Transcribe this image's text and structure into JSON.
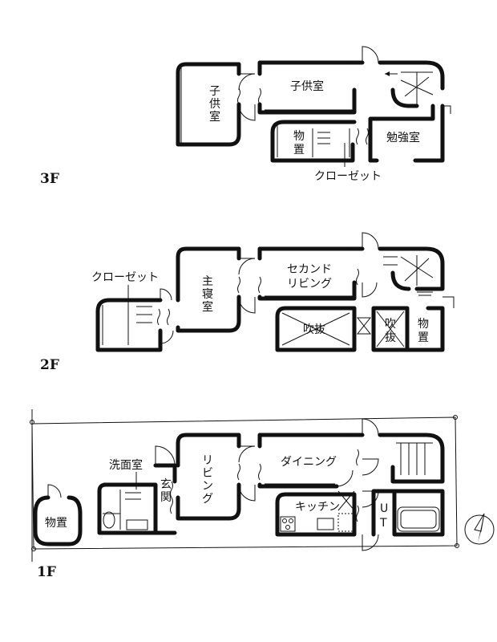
{
  "floors": {
    "f3": {
      "label": "3F",
      "rooms": {
        "kodomo_left": [
          "子",
          "供",
          "室"
        ],
        "kodomo_right": "子供室",
        "monooki": [
          "物",
          "置"
        ],
        "benkyo": "勉強室",
        "closet": "クローゼット"
      }
    },
    "f2": {
      "label": "2F",
      "rooms": {
        "closet": "クローゼット",
        "shinshitsu": [
          "主",
          "寝",
          "室"
        ],
        "second_living_1": "セカンド",
        "second_living_2": "リビング",
        "fukinuke": "吹抜",
        "fukinuke_v": [
          "吹",
          "抜"
        ],
        "monooki": [
          "物",
          "置"
        ]
      }
    },
    "f1": {
      "label": "1F",
      "rooms": {
        "monooki": "物置",
        "senmen": "洗面室",
        "genkan": [
          "玄",
          "関"
        ],
        "living": [
          "リ",
          "ビ",
          "ン",
          "グ"
        ],
        "dining": "ダイニング",
        "kitchen": "キッチン",
        "ut": [
          "U",
          "T"
        ]
      }
    }
  },
  "north_icon": "north-arrow-icon"
}
